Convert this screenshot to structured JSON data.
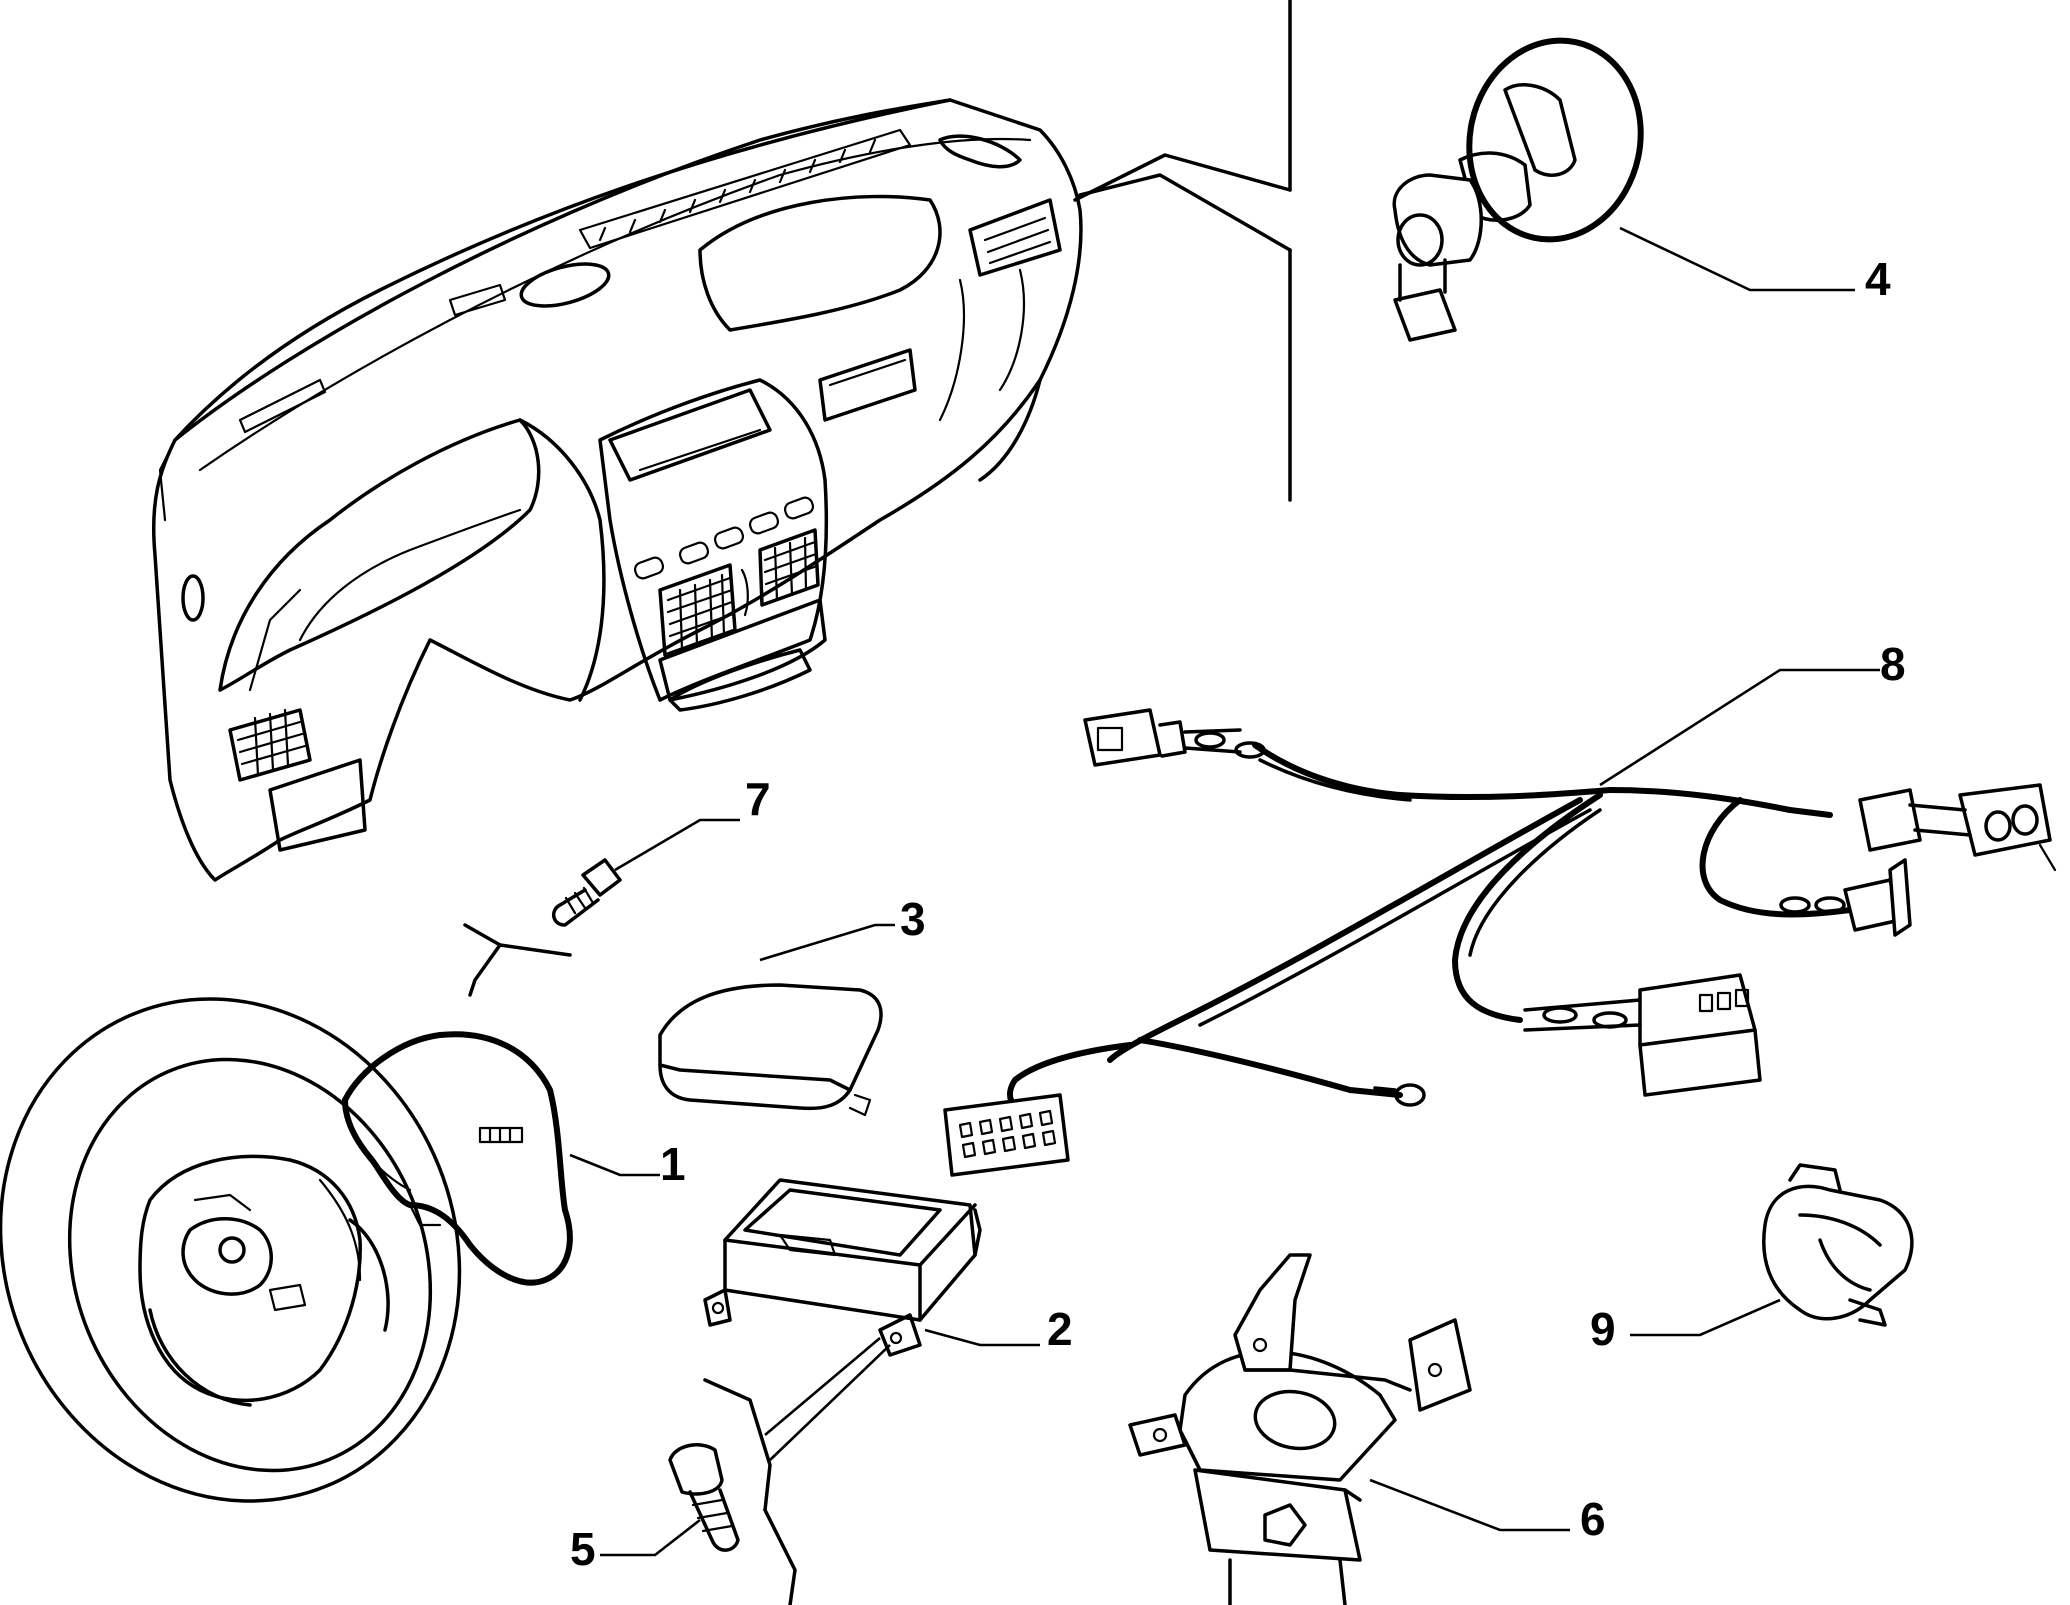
{
  "callouts": [
    {
      "id": "airbag",
      "label": "1"
    },
    {
      "id": "control-unit",
      "label": "2"
    },
    {
      "id": "passenger-airbag",
      "label": "3"
    },
    {
      "id": "clock-spring",
      "label": "4"
    },
    {
      "id": "bolt",
      "label": "5"
    },
    {
      "id": "bracket",
      "label": "6"
    },
    {
      "id": "screw",
      "label": "7"
    },
    {
      "id": "wiring-harness",
      "label": "8"
    },
    {
      "id": "clip",
      "label": "9"
    }
  ]
}
